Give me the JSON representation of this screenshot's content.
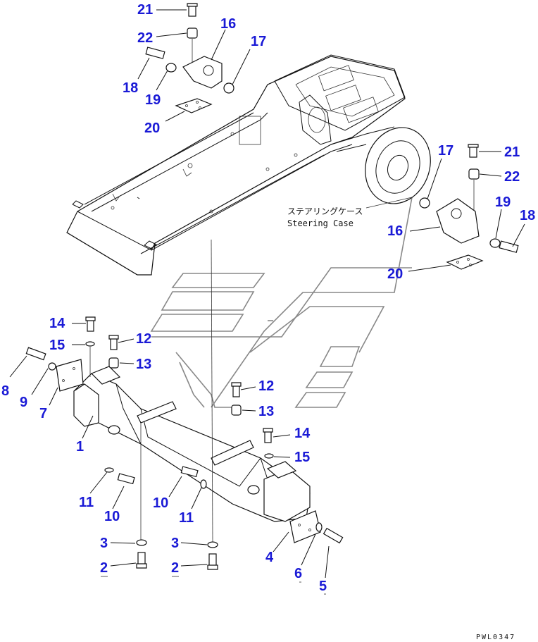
{
  "labels": {
    "n21_top": "21",
    "n22_top": "22",
    "n16_top": "16",
    "n17_top": "17",
    "n18_top": "18",
    "n19_top": "19",
    "n20_top": "20",
    "n17_right": "17",
    "n21_right": "21",
    "n22_right": "22",
    "n19_right": "19",
    "n18_right": "18",
    "n16_right": "16",
    "n20_right": "20",
    "n14_left": "14",
    "n15_left": "15",
    "n12_left": "12",
    "n13_left": "13",
    "n8": "8",
    "n9": "9",
    "n7": "7",
    "n1": "1",
    "n12_mid": "12",
    "n13_mid": "13",
    "n14_right": "14",
    "n15_right": "15",
    "n11_left": "11",
    "n10_left": "10",
    "n10_mid": "10",
    "n11_mid": "11",
    "n3_left": "3",
    "n3_mid": "3",
    "n2_left": "2",
    "n2_mid": "2",
    "n4": "4",
    "n6": "6",
    "n5": "5"
  },
  "steering_case": {
    "jp": "ステアリングケース",
    "en": "Steering Case"
  },
  "drawing_code": "PWL0347"
}
